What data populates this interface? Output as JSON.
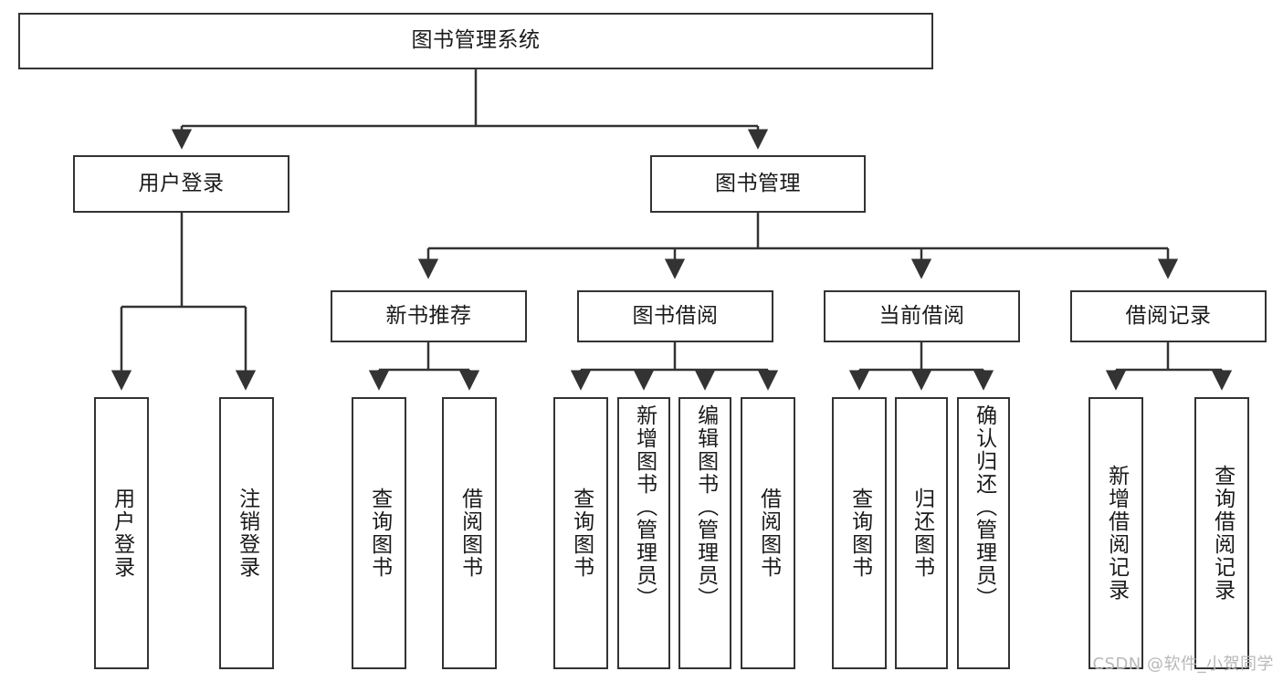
{
  "diagram": {
    "type": "hierarchy-tree",
    "title": "图书管理系统",
    "watermark": "CSDN @软件_小贺同学",
    "colors": {
      "box_border": "#333333",
      "box_fill": "#ffffff",
      "connector": "#333333",
      "text": "#1a1a1a",
      "watermark": "#b8b8b8",
      "background": "#ffffff"
    },
    "root": {
      "label": "图书管理系统"
    },
    "level2": [
      {
        "label": "用户登录"
      },
      {
        "label": "图书管理"
      }
    ],
    "level3": [
      {
        "label": "新书推荐"
      },
      {
        "label": "图书借阅"
      },
      {
        "label": "当前借阅"
      },
      {
        "label": "借阅记录"
      }
    ],
    "leaves": {
      "user_login": [
        {
          "label": "用户登录"
        },
        {
          "label": "注销登录"
        }
      ],
      "new_book_recommend": [
        {
          "label": "查询图书"
        },
        {
          "label": "借阅图书"
        }
      ],
      "book_borrow": [
        {
          "label": "查询图书"
        },
        {
          "label": "新增图书（管理员）"
        },
        {
          "label": "编辑图书（管理员）"
        },
        {
          "label": "借阅图书"
        }
      ],
      "current_borrow": [
        {
          "label": "查询图书"
        },
        {
          "label": "归还图书"
        },
        {
          "label": "确认归还（管理员）"
        }
      ],
      "borrow_records": [
        {
          "label": "新增借阅记录"
        },
        {
          "label": "查询借阅记录"
        }
      ]
    }
  }
}
